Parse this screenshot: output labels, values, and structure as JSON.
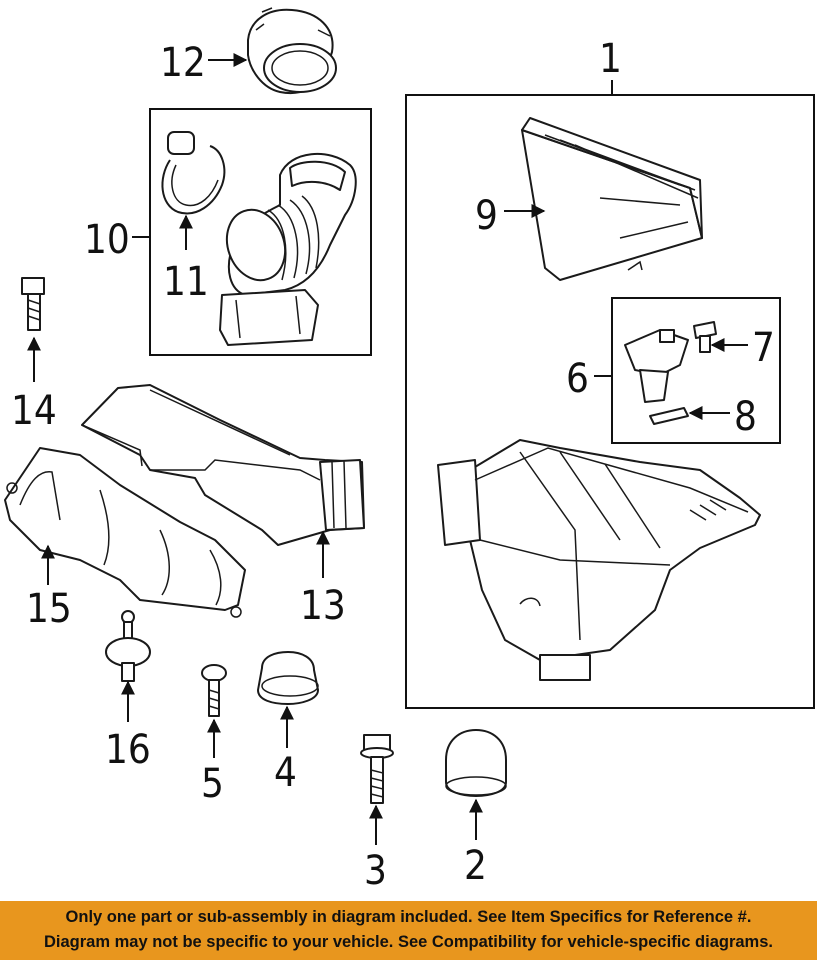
{
  "callouts": {
    "c1": "1",
    "c2": "2",
    "c3": "3",
    "c4": "4",
    "c5": "5",
    "c6": "6",
    "c7": "7",
    "c8": "8",
    "c9": "9",
    "c10": "10",
    "c11": "11",
    "c12": "12",
    "c13": "13",
    "c14": "14",
    "c15": "15",
    "c16": "16"
  },
  "notice": {
    "line1": "Only one part or sub-assembly in diagram included. See Item Specifics for Reference #.",
    "line2": "Diagram may not be specific to your vehicle. See Compatibility for vehicle-specific diagrams."
  },
  "colors": {
    "banner": "#e8961e",
    "ink": "#1a1a1a"
  }
}
